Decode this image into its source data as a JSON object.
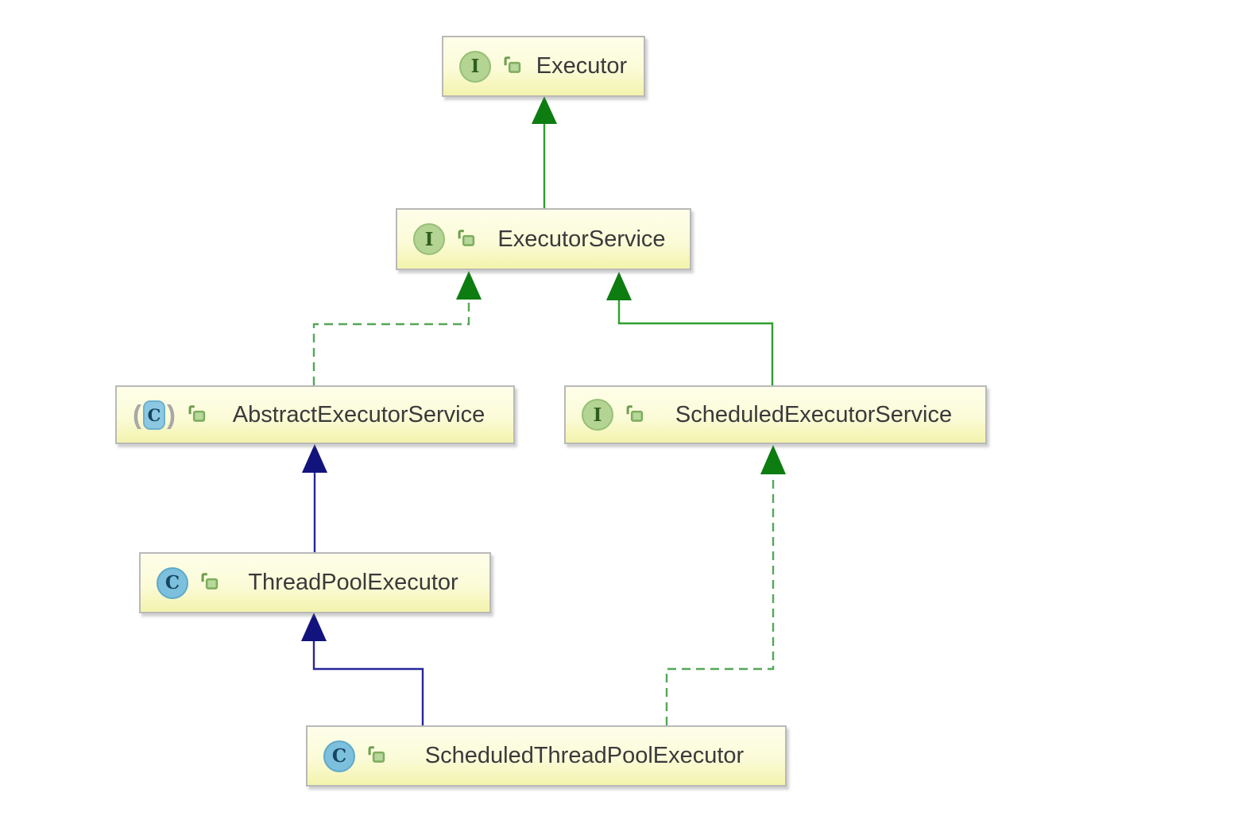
{
  "nodes": [
    {
      "id": "executor",
      "label": "Executor",
      "type": "interface"
    },
    {
      "id": "executorService",
      "label": "ExecutorService",
      "type": "interface"
    },
    {
      "id": "abstractExecutorService",
      "label": "AbstractExecutorService",
      "type": "abstract-class"
    },
    {
      "id": "scheduledExecutorService",
      "label": "ScheduledExecutorService",
      "type": "interface"
    },
    {
      "id": "threadPoolExecutor",
      "label": "ThreadPoolExecutor",
      "type": "class"
    },
    {
      "id": "scheduledThreadPoolExecutor",
      "label": "ScheduledThreadPoolExecutor",
      "type": "class"
    }
  ],
  "icon_letters": {
    "interface": "I",
    "class": "C",
    "abstract": "C"
  },
  "relationships": [
    {
      "from": "ExecutorService",
      "to": "Executor",
      "type": "extends",
      "style": "solid-green"
    },
    {
      "from": "AbstractExecutorService",
      "to": "ExecutorService",
      "type": "implements",
      "style": "dashed-green"
    },
    {
      "from": "ScheduledExecutorService",
      "to": "ExecutorService",
      "type": "extends",
      "style": "solid-green"
    },
    {
      "from": "ThreadPoolExecutor",
      "to": "AbstractExecutorService",
      "type": "extends",
      "style": "solid-blue"
    },
    {
      "from": "ScheduledThreadPoolExecutor",
      "to": "ThreadPoolExecutor",
      "type": "extends",
      "style": "solid-blue"
    },
    {
      "from": "ScheduledThreadPoolExecutor",
      "to": "ScheduledExecutorService",
      "type": "implements",
      "style": "dashed-green"
    }
  ],
  "colors": {
    "interface_extends_line": "#2f9e2f",
    "implements_line": "#55a757",
    "green_arrowhead": "#0d7c11",
    "class_extends_line": "#26269a",
    "blue_arrowhead": "#13137d",
    "node_border": "#b9b9b9",
    "node_background_top": "#fefeea",
    "node_background_bottom": "#f3f3ad"
  }
}
